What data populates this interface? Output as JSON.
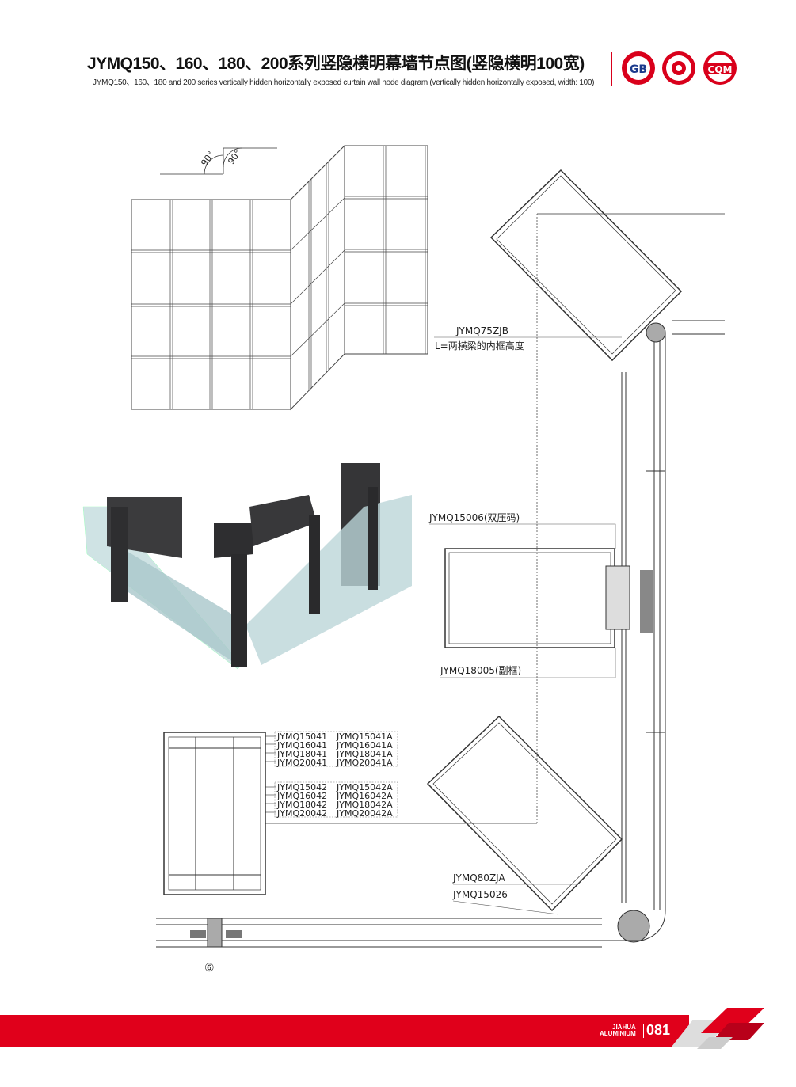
{
  "header": {
    "title": "JYMQ150、160、180、200系列竖隐横明幕墙节点图(竖隐横明100宽)",
    "subtitle": "JYMQ150、160、180 and 200 series vertically hidden horizontally exposed curtain wall node diagram (vertically hidden horizontally exposed, width: 100)",
    "logos": [
      "GB",
      "certification-seal",
      "CQM"
    ]
  },
  "elevation": {
    "angle_left": "90°",
    "angle_right": "90°"
  },
  "detail_labels": {
    "jymq75zjb": "JYMQ75ZJB",
    "length_note": "L=两横梁的内框高度",
    "jymq15006": "JYMQ15006(双压码)",
    "jymq18005": "JYMQ18005(副框)",
    "jymq80zja": "JYMQ80ZJA",
    "jymq15026": "JYMQ15026"
  },
  "part_groups": [
    {
      "rows": [
        [
          "JYMQ15041",
          "JYMQ15041A"
        ],
        [
          "JYMQ16041",
          "JYMQ16041A"
        ],
        [
          "JYMQ18041",
          "JYMQ18041A"
        ],
        [
          "JYMQ20041",
          "JYMQ20041A"
        ]
      ]
    },
    {
      "rows": [
        [
          "JYMQ15042",
          "JYMQ15042A"
        ],
        [
          "JYMQ16042",
          "JYMQ16042A"
        ],
        [
          "JYMQ18042",
          "JYMQ18042A"
        ],
        [
          "JYMQ20042",
          "JYMQ20042A"
        ]
      ]
    }
  ],
  "node_number": "⑥",
  "footer": {
    "brand_line1": "JIAHUA",
    "brand_line2": "ALUMINIUM",
    "page": "081",
    "accent": "#e0001b"
  }
}
